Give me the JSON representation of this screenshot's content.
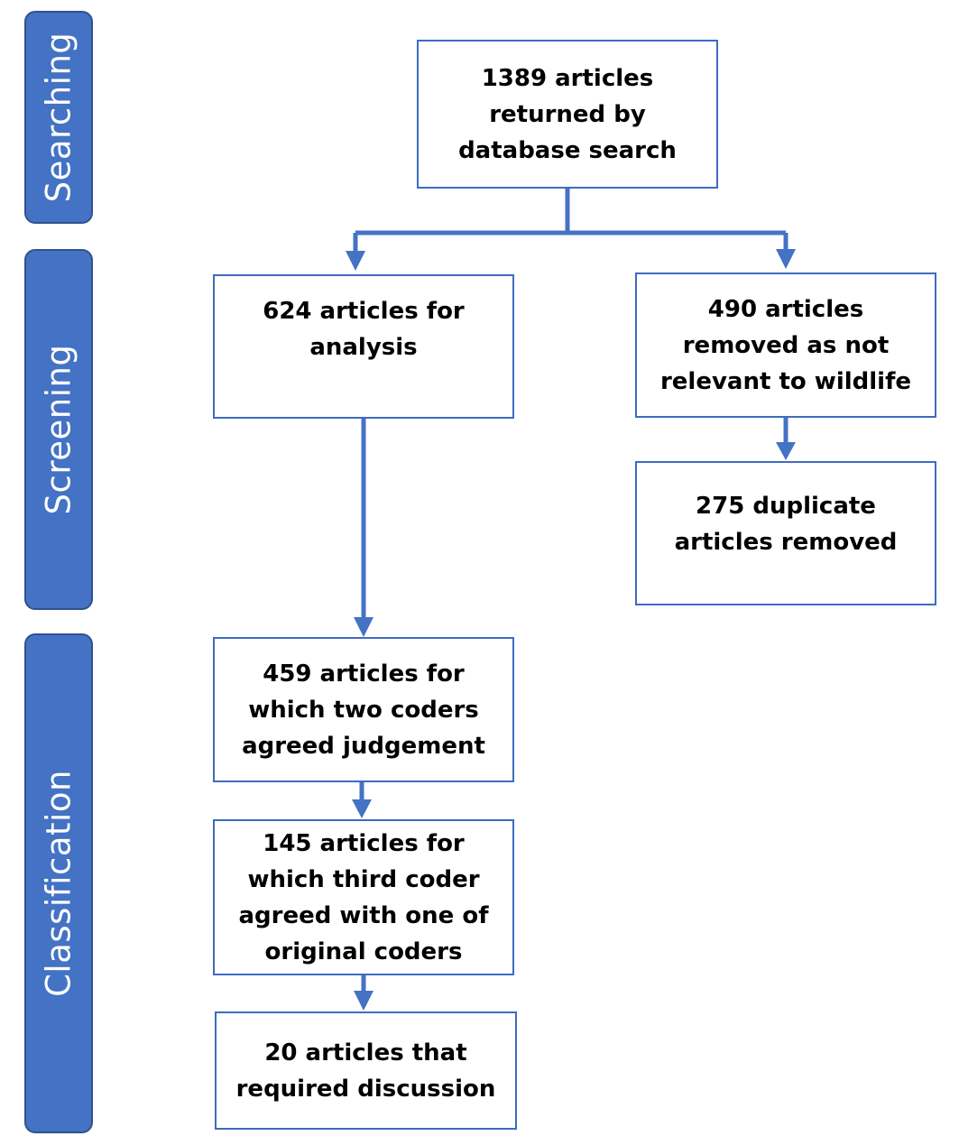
{
  "stages": [
    {
      "id": "searching",
      "label": "Searching"
    },
    {
      "id": "screening",
      "label": "Screening"
    },
    {
      "id": "classification",
      "label": "Classification"
    }
  ],
  "boxes": {
    "search_results": "1389 articles\nreturned by\ndatabase search",
    "for_analysis": "624  articles for\nanalysis",
    "not_relevant": "490 articles\nremoved as not\nrelevant to wildlife",
    "duplicates": "275 duplicate\narticles removed",
    "two_coders": "459 articles for\nwhich two coders\nagreed judgement",
    "third_coder": "145 articles for\nwhich third coder\nagreed with one of\noriginal coders",
    "discussion": "20 articles that\nrequired discussion"
  },
  "colors": {
    "stage_fill": "#4472c4",
    "stage_border": "#2f528f",
    "box_border": "#3e6bc0",
    "connector": "#4472c4"
  }
}
